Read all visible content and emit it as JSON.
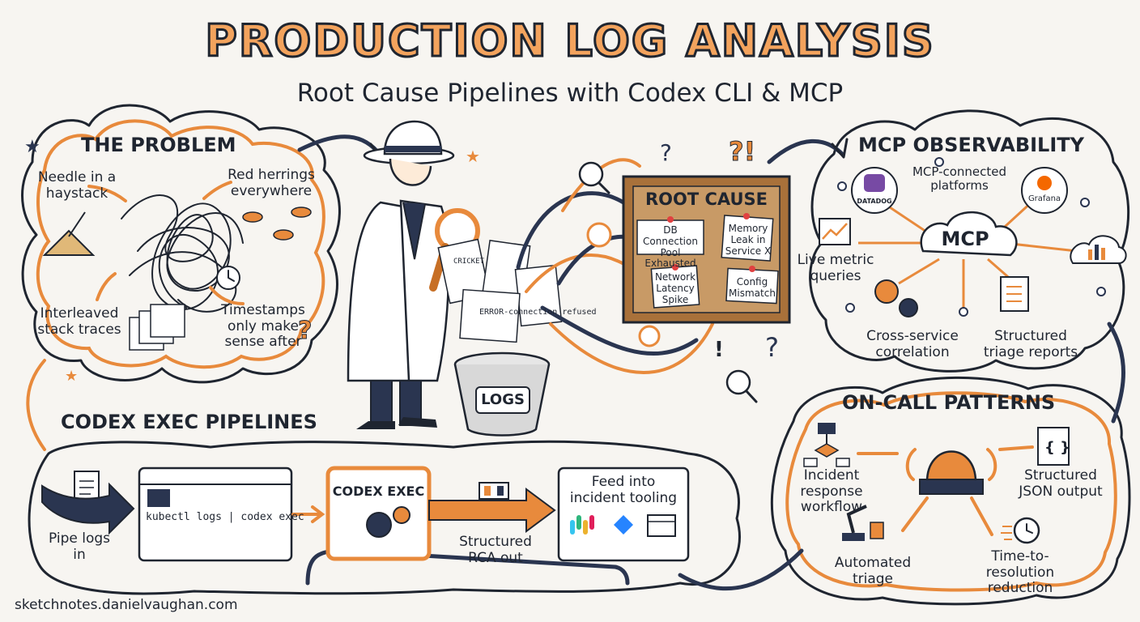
{
  "title": "PRODUCTION LOG ANALYSIS",
  "subtitle": "Root Cause Pipelines with Codex CLI & MCP",
  "problem": {
    "heading": "THE PROBLEM",
    "items": [
      "Needle in a haystack",
      "Red herrings everywhere",
      "Interleaved stack traces",
      "Timestamps only make sense after"
    ]
  },
  "center": {
    "bucket_label": "LOGS",
    "paper_snippets": [
      "ERROR-connection refused",
      "CRICKET"
    ],
    "board": {
      "heading": "ROOT CAUSE",
      "notes": [
        "DB Connection Pool Exhausted",
        "Memory Leak in Service X",
        "Network Latency Spike",
        "Config Mismatch"
      ]
    }
  },
  "mcp": {
    "heading": "MCP OBSERVABILITY",
    "hub": "MCP",
    "platforms_label": "MCP-connected platforms",
    "logos": [
      "DATADOG",
      "Grafana"
    ],
    "items": [
      "Live metric queries",
      "Cross-service correlation",
      "Structured triage reports"
    ]
  },
  "codex": {
    "heading": "CODEX EXEC PIPELINES",
    "pipe_label": "Pipe logs in",
    "command": "kubectl logs | codex exec",
    "exec_label": "CODEX EXEC",
    "rca_label": "Structured RCA out",
    "feed_label": "Feed into incident tooling"
  },
  "oncall": {
    "heading": "ON-CALL PATTERNS",
    "items": [
      "Incident response workflow",
      "Structured JSON output",
      "Automated triage",
      "Time-to-resolution reduction"
    ]
  },
  "footer": "sketchnotes.danielvaughan.com",
  "colors": {
    "accent": "#e88a3c",
    "ink": "#1f2530",
    "navy": "#2a3550",
    "paper": "#f7f5f1"
  }
}
